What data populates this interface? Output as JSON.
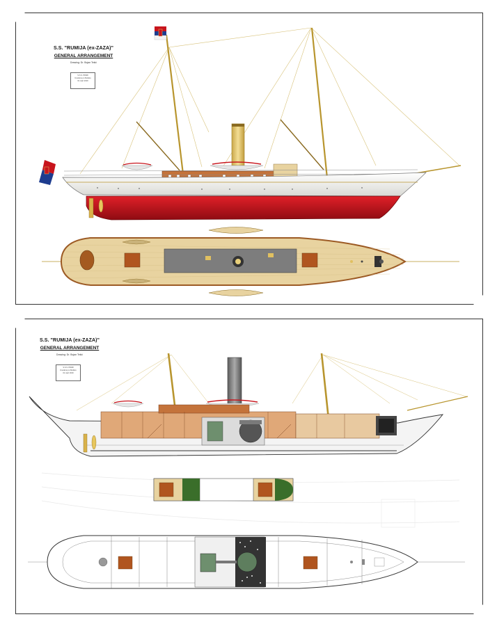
{
  "sheets": [
    {
      "title": "S.S. \"RUMIJA (ex-ZAZA)\"",
      "subtitle": "GENERAL ARRANGEMENT",
      "drawn_by": "Drawing: Dr. Bojan Tekić",
      "stamp": [
        "S.S.S. PRIMI",
        "Izvedeno po Modelu",
        "01.mart 2019"
      ]
    },
    {
      "title": "S.S. \"RUMIJA (ex-ZAZA)\"",
      "subtitle": "GENERAL ARRANGEMENT",
      "drawn_by": "Drawing: Dr. Bojan Tekić",
      "stamp": [
        "S.S.S. PRIMI",
        "Izvedeno po Modelu",
        "01.mart 2019"
      ]
    }
  ],
  "colors": {
    "hull_red": "#c8141c",
    "hull_white": "#f2f2ee",
    "deck_wood": "#e8d3a0",
    "mast_gold": "#b8952e",
    "funnel": "#e8cf7a",
    "superstructure": "#c4733b",
    "grey_deck": "#7d7d7d",
    "green_detail": "#3a6e2a"
  },
  "icons": [
    "serbian-flag-icon",
    "propeller-icon",
    "anchor-icon"
  ]
}
